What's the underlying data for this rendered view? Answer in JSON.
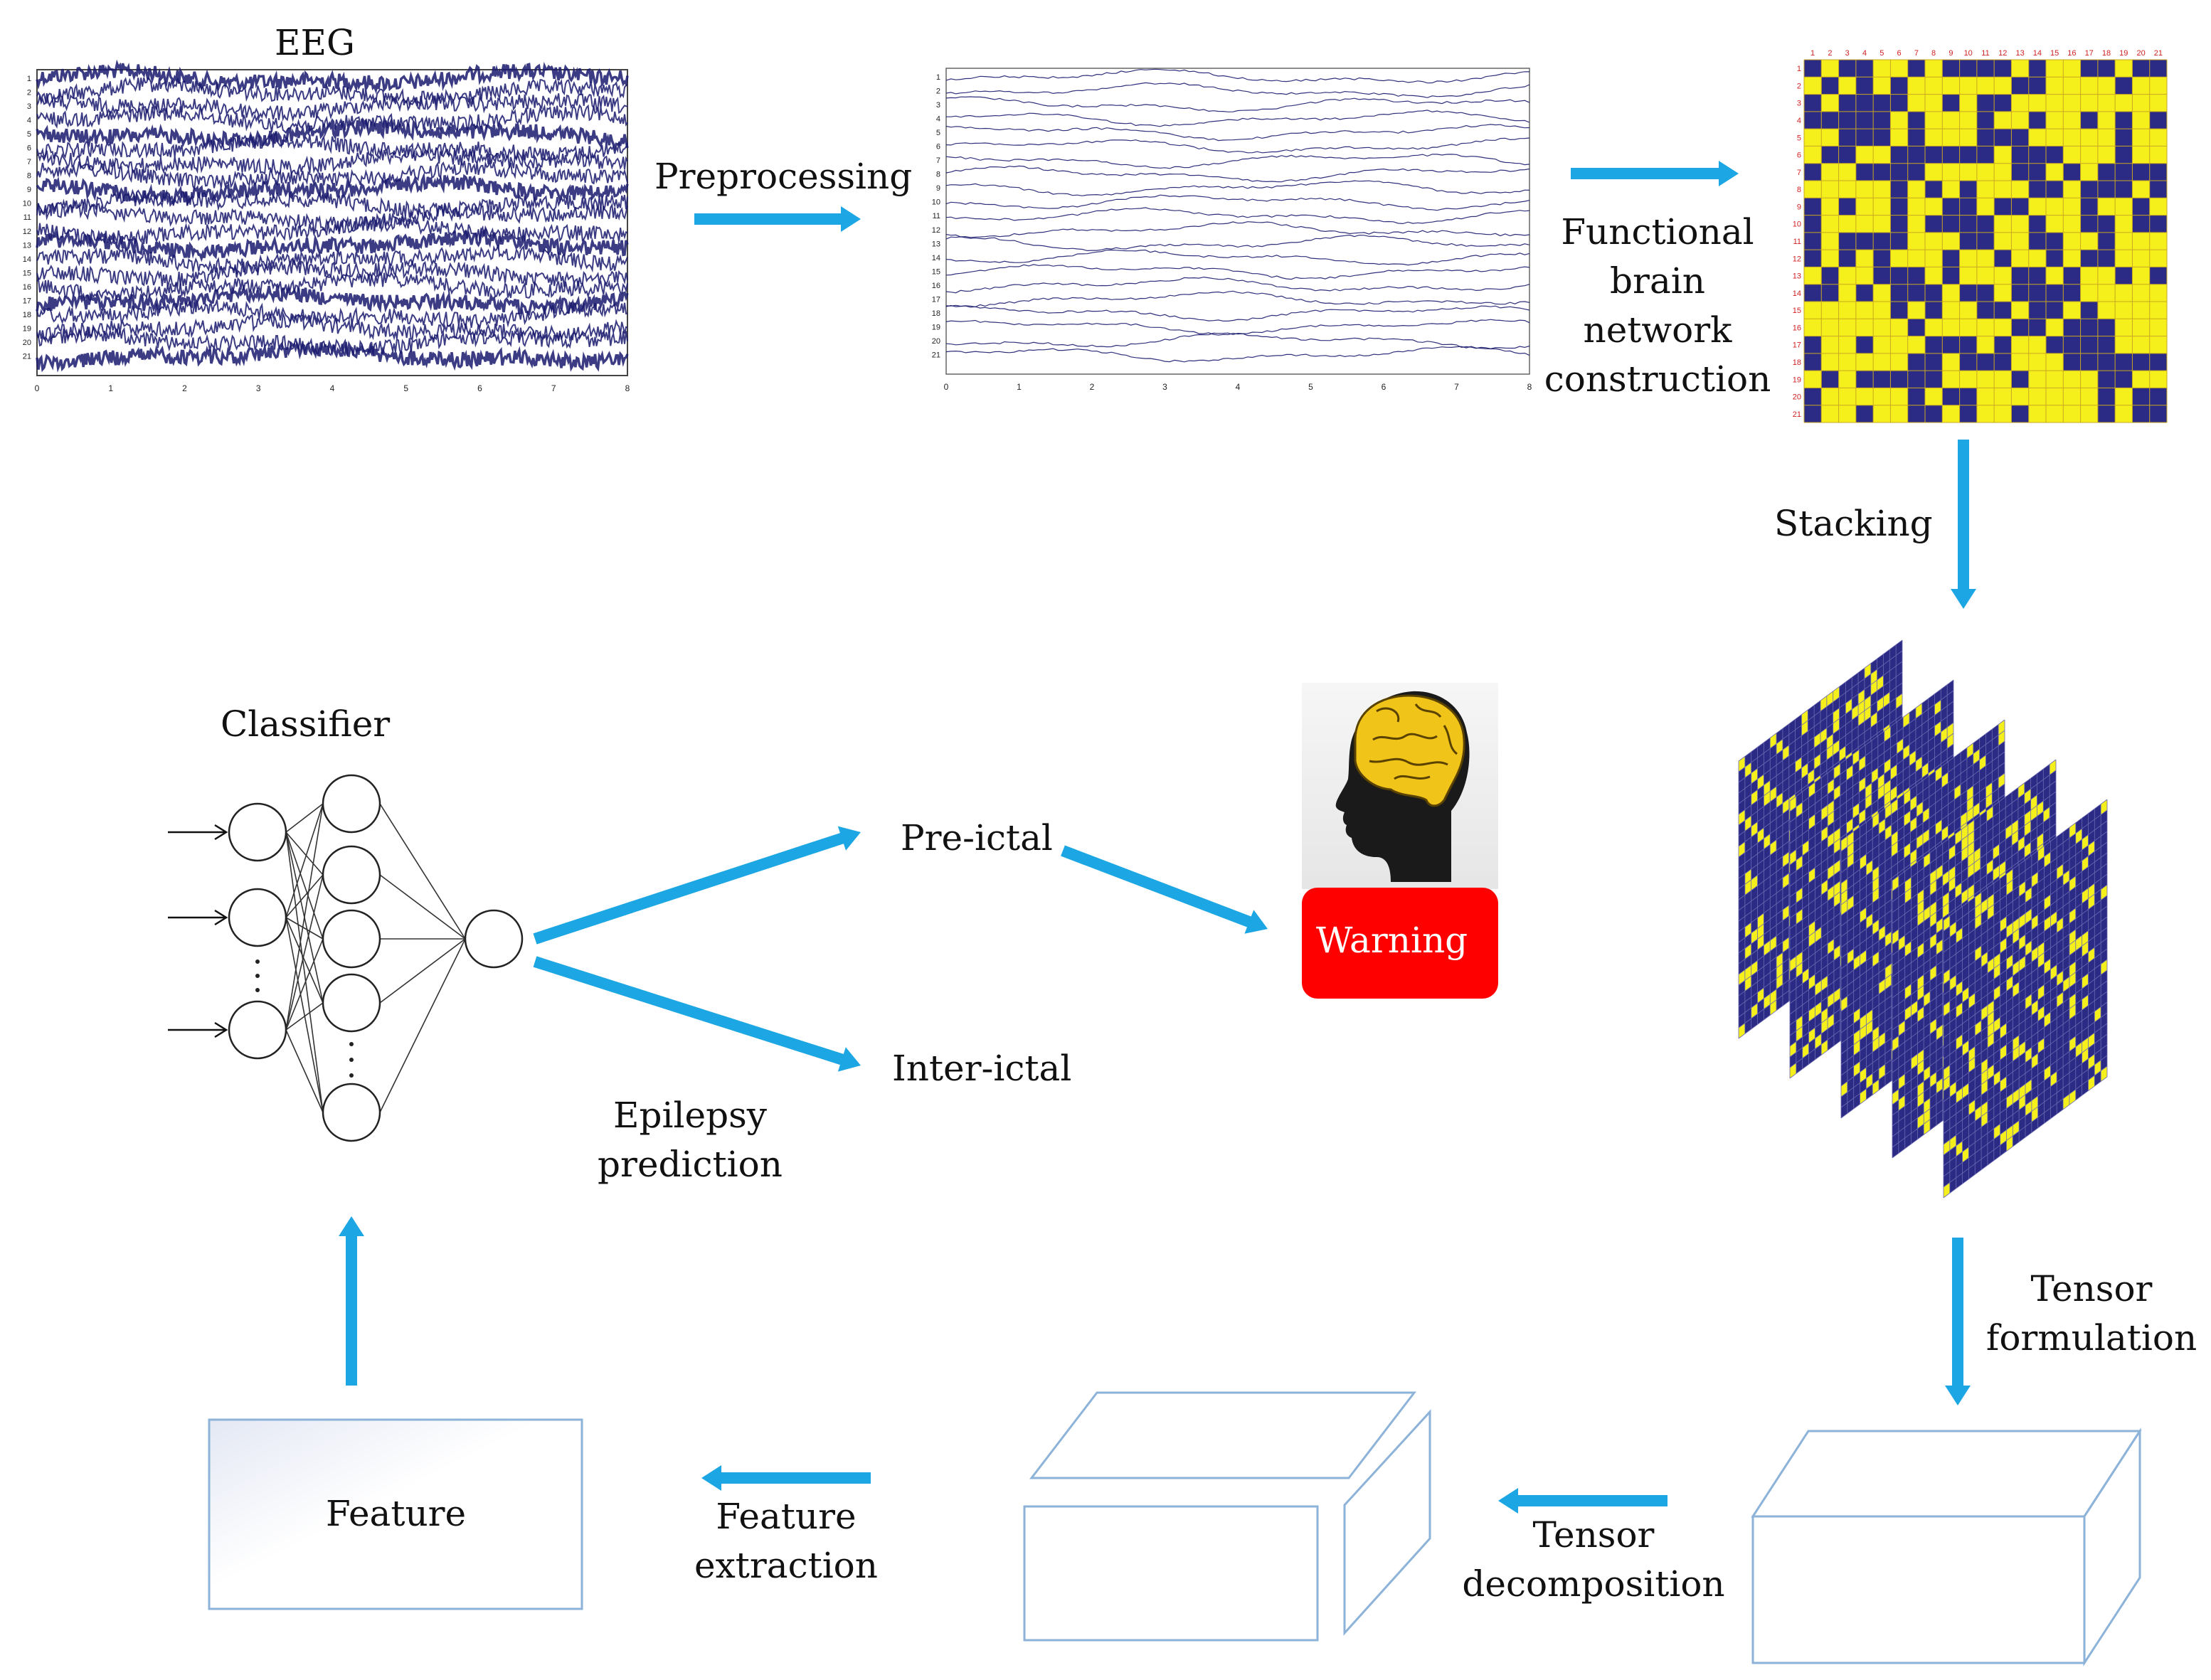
{
  "labels": {
    "eeg": "EEG",
    "preprocessing": "Preprocessing",
    "fbn": [
      "Functional",
      "brain",
      "network",
      "construction"
    ],
    "stacking": "Stacking",
    "tensor_formulation": [
      "Tensor",
      "formulation"
    ],
    "tensor_decomposition": [
      "Tensor",
      "decomposition"
    ],
    "feature_extraction": [
      "Feature",
      "extraction"
    ],
    "feature": "Feature",
    "classifier": "Classifier",
    "preictal": "Pre-ictal",
    "interictal": "Inter-ictal",
    "epilepsy_prediction": [
      "Epilepsy",
      "prediction"
    ],
    "warning": "Warning"
  },
  "channels": [
    "1",
    "2",
    "3",
    "4",
    "5",
    "6",
    "7",
    "8",
    "9",
    "10",
    "11",
    "12",
    "13",
    "14",
    "15",
    "16",
    "17",
    "18",
    "19",
    "20",
    "21"
  ],
  "time_ticks": [
    "0",
    "1",
    "2",
    "3",
    "4",
    "5",
    "6",
    "7",
    "8"
  ],
  "colors": {
    "arrow": "#1ca6e4",
    "eeg_trace": "#1a1a6e",
    "matrix_dark": "#2b2b86",
    "matrix_yellow": "#f5f01c",
    "matrix_grid": "#c8a820",
    "matrix_label": "#d12020",
    "box_line": "#8db3d9",
    "warning_red": "#ff0000",
    "brain_yellow": "#f0c419"
  },
  "icons": [
    "head-silhouette-icon",
    "brain-icon"
  ]
}
